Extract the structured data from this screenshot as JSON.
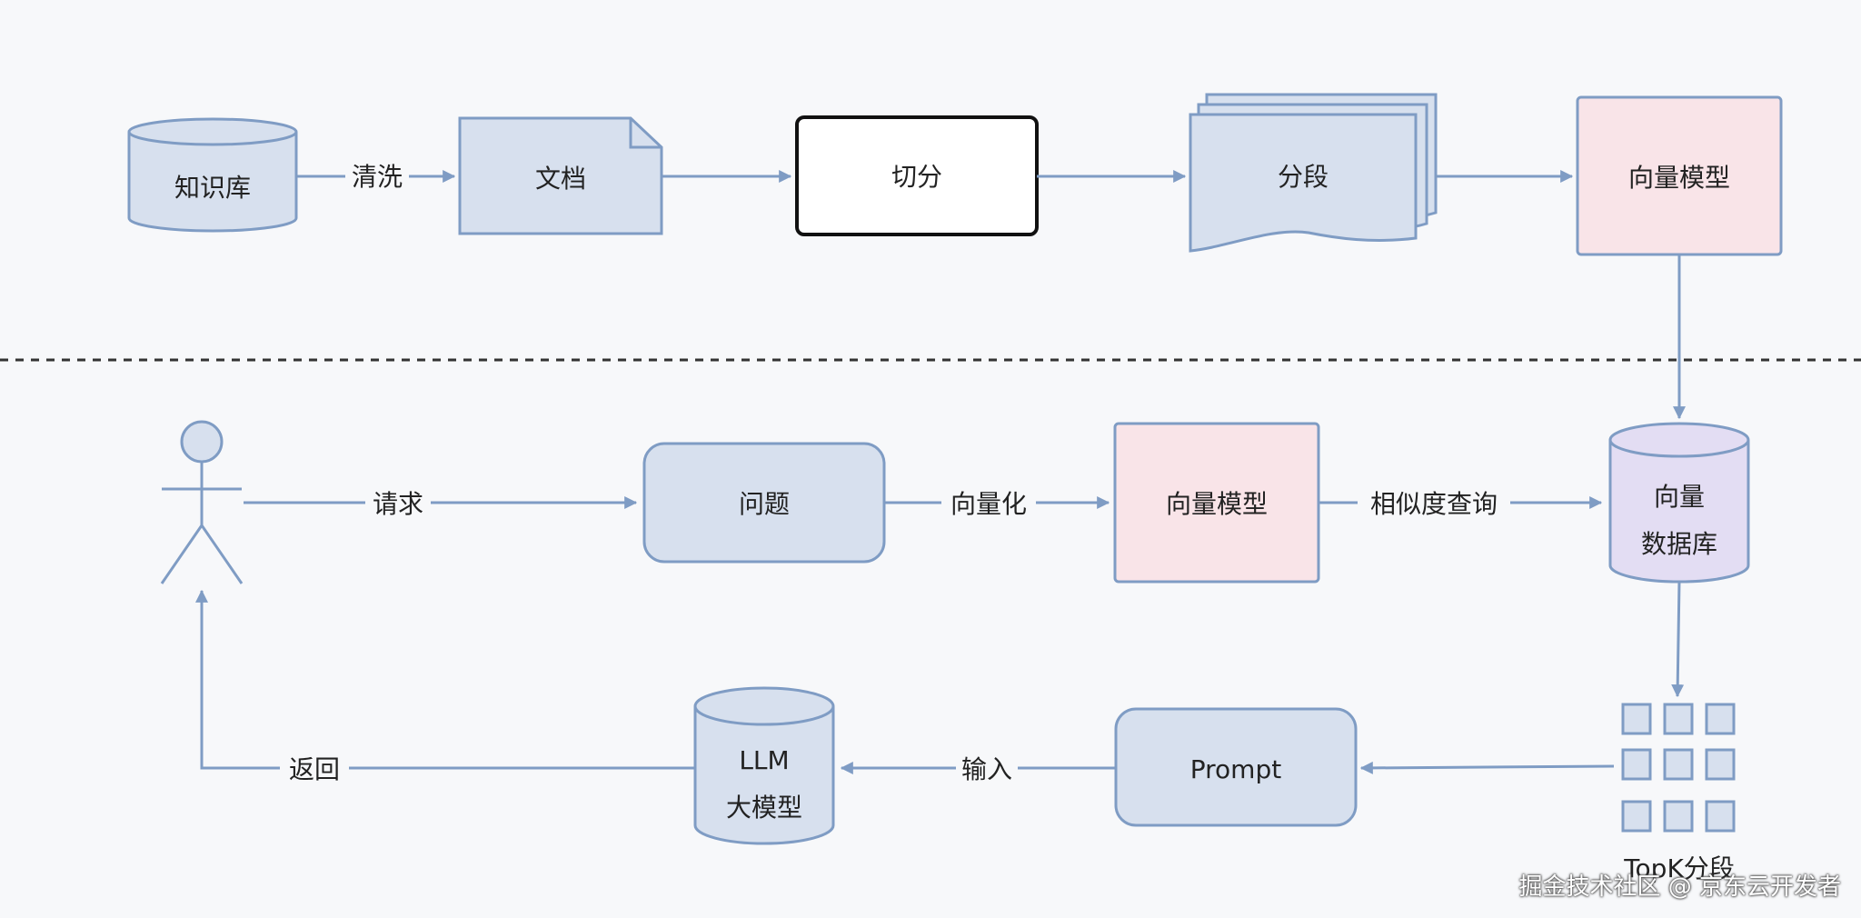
{
  "nodes": {
    "kb": "知识库",
    "doc": "文档",
    "split": "切分",
    "segments": "分段",
    "embed_top": "向量模型",
    "question": "问题",
    "embed_mid": "向量模型",
    "vdb_line1": "向量",
    "vdb_line2": "数据库",
    "prompt": "Prompt",
    "llm_line1": "LLM",
    "llm_line2": "大模型",
    "topk": "TopK分段"
  },
  "edges": {
    "clean": "清洗",
    "request": "请求",
    "vectorize": "向量化",
    "similarity": "相似度查询",
    "input": "输入",
    "return": "返回"
  },
  "watermark": "掘金技术社区 @ 京东云开发者",
  "colors": {
    "blue_fill": "#d7e0ee",
    "pink_fill": "#f9e4e8",
    "purple_fill": "#e3ddf3",
    "stroke": "#7f9cc4"
  }
}
